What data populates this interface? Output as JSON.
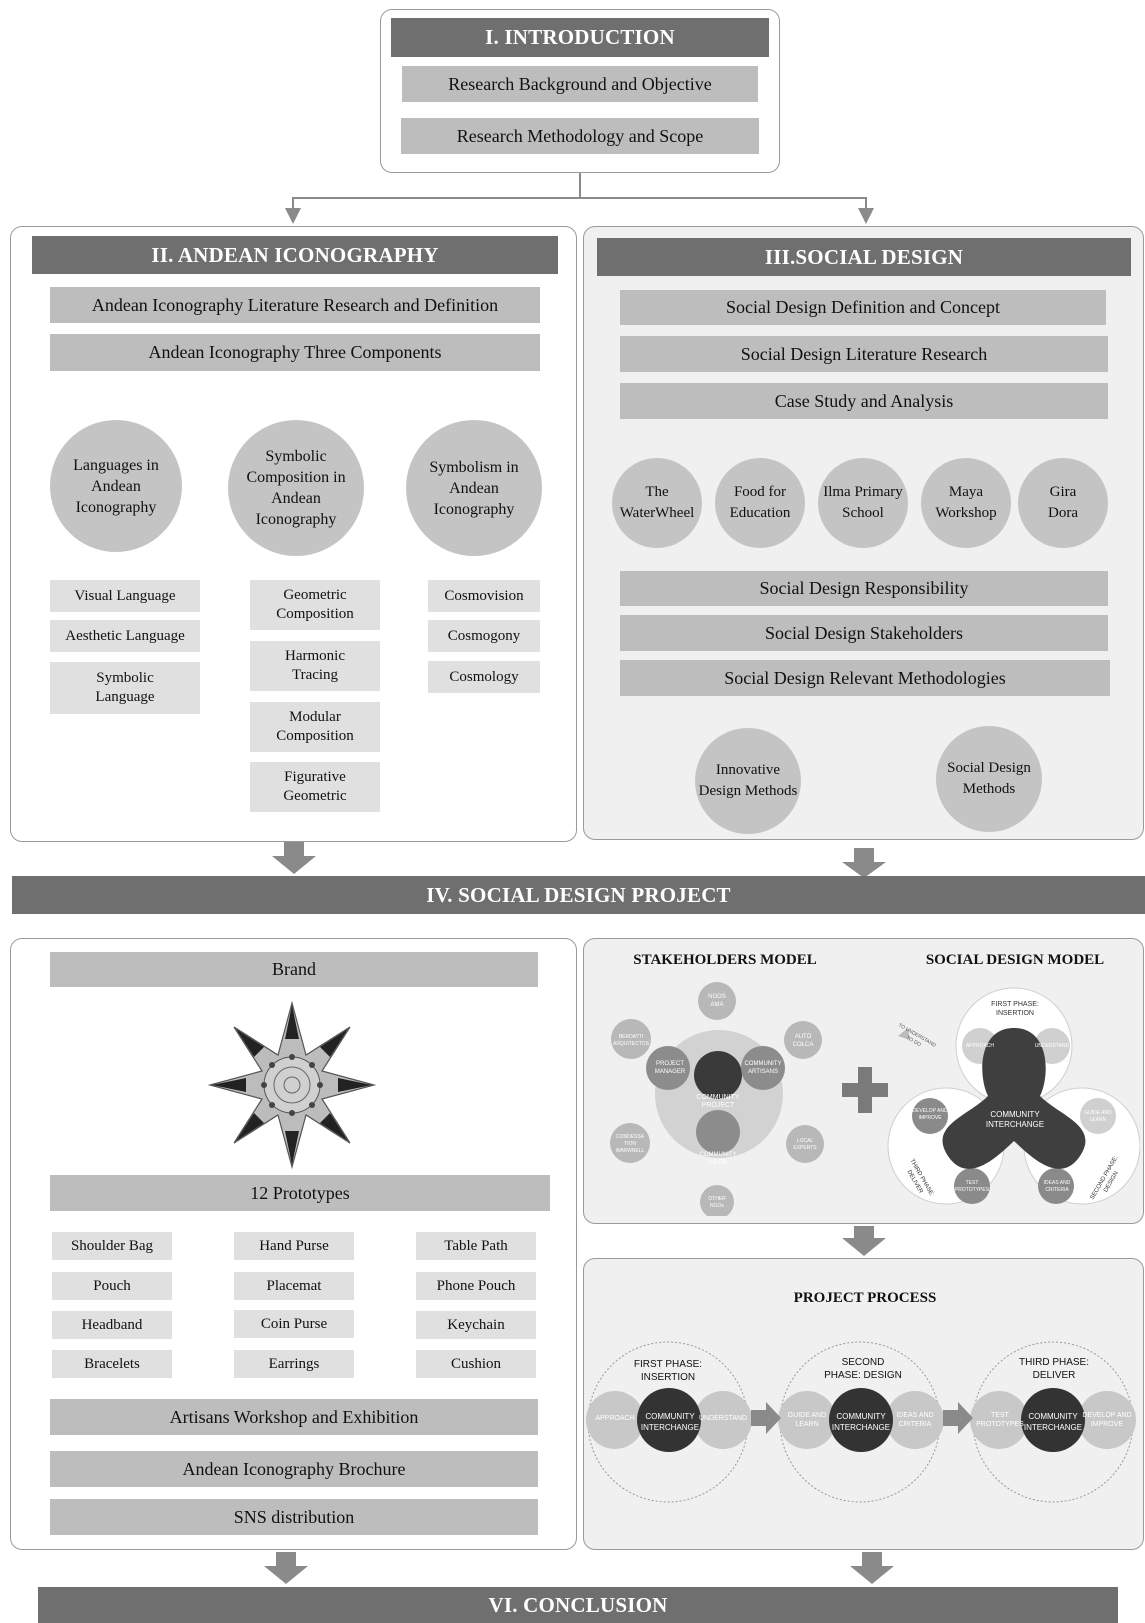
{
  "intro": {
    "header": "I. INTRODUCTION",
    "items": [
      "Research Background and Objective",
      "Research Methodology and Scope"
    ]
  },
  "andean": {
    "header": "II. ANDEAN ICONOGRAPHY",
    "bars": [
      "Andean Iconography Literature Research and Definition",
      "Andean Iconography Three Components"
    ],
    "circles": [
      "Languages in Andean Iconography",
      "Symbolic Composition in Andean Iconography",
      "Symbolism in Andean Iconography"
    ],
    "col1": [
      "Visual Language",
      "Aesthetic Language",
      "Symbolic Language"
    ],
    "col2": [
      "Geometric Composition",
      "Harmonic Tracing",
      "Modular Composition",
      "Figurative Geometric"
    ],
    "col3": [
      "Cosmovision",
      "Cosmogony",
      "Cosmology"
    ]
  },
  "social": {
    "header": "III.SOCIAL DESIGN",
    "bars": [
      "Social Design Definition and Concept",
      "Social Design Literature Research",
      "Case Study and Analysis"
    ],
    "cases": [
      "The WaterWheel",
      "Food for Education",
      "Ilma Primary School",
      "Maya Workshop",
      "Gira Dora"
    ],
    "bars2": [
      "Social Design Responsibility",
      "Social Design Stakeholders",
      "Social Design Relevant Methodologies"
    ],
    "methods": [
      "Innovative Design Methods",
      "Social Design Methods"
    ]
  },
  "project": {
    "header": "IV. SOCIAL DESIGN PROJECT",
    "brand": "Brand",
    "prototypes_title": "12 Prototypes",
    "prototypes": [
      "Shoulder Bag",
      "Hand Purse",
      "Table Path",
      "Pouch",
      "Placemat",
      "Phone Pouch",
      "Headband",
      "Coin Purse",
      "Keychain",
      "Bracelets",
      "Earrings",
      "Cushion"
    ],
    "bars": [
      "Artisans Workshop and Exhibition",
      "Andean Iconography Brochure",
      "SNS distribution"
    ]
  },
  "stakeholders": {
    "title": "STAKEHOLDERS MODEL",
    "center": "COMMUNITY PROJECT",
    "inner": [
      "PROJECT MANAGER",
      "COMMUNITY ARTISANS",
      "COMMUNITY LIDER"
    ],
    "outer": [
      "NGOS AMA",
      "BERDATTI ARQUITECTOS",
      "AUTO COLCA",
      "CONDESSA TION WARWNELL",
      "LOCAL EXPERTS",
      "OTHER NGOs"
    ]
  },
  "social_model": {
    "title": "SOCIAL DESIGN MODEL",
    "center": "COMMUNITY INTERCHANGE",
    "phases": [
      "FIRST PHASE: INSERTION",
      "SECOND PHASE: DESIGN",
      "THIRD PHASE: DELIVER"
    ],
    "nodes": [
      "APPROACH",
      "UNDERSTAND",
      "GUIDE AND LEARN",
      "IDEAS AND CRITERIA",
      "TEST PROTOTYPES",
      "DEVELOP AND IMPROVE"
    ],
    "side_note": "TO UNDERSTAND TO DO"
  },
  "process": {
    "title": "PROJECT PROCESS",
    "phases": [
      {
        "label": "FIRST PHASE: INSERTION",
        "left": "APPROACH",
        "center": "COMMUNITY INTERCHANGE",
        "right": "UNDERSTAND"
      },
      {
        "label": "SECOND PHASE: DESIGN",
        "left": "GUIDE AND LEARN",
        "center": "COMMUNITY INTERCHANGE",
        "right": "IDEAS AND CRITERIA"
      },
      {
        "label": "THIRD PHASE: DELIVER",
        "left": "TEST PROTOTYPES",
        "center": "COMMUNITY INTERCHANGE",
        "right": "DEVELOP AND IMPROVE"
      }
    ]
  },
  "conclusion": {
    "header": "VI. CONCLUSION"
  }
}
